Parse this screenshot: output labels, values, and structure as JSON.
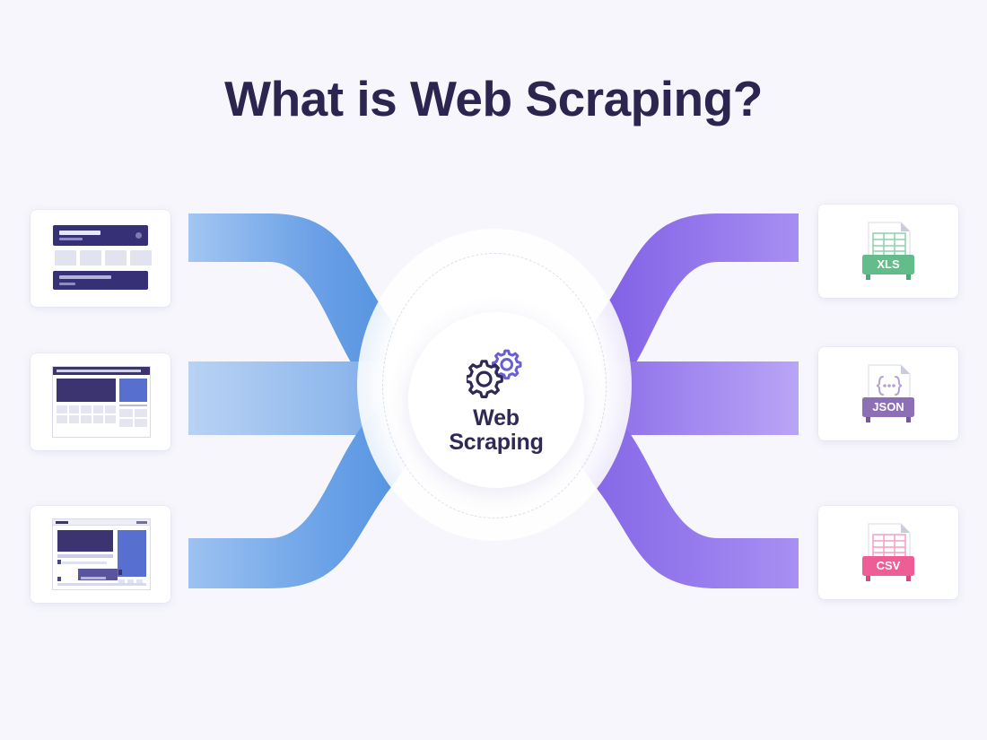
{
  "page": {
    "title": "What is Web Scraping?",
    "background_color": "#f6f6fc",
    "title_color": "#2b2550"
  },
  "center": {
    "label_line1": "Web",
    "label_line2": "Scraping",
    "icon": "gears-icon",
    "gear_primary_color": "#6b5fd0",
    "gear_secondary_color": "#2f2a55",
    "node_color": "#ffffff"
  },
  "sources": {
    "heading": "",
    "items": [
      {
        "name": "website-mockup-article",
        "type": "webpage-mockup",
        "accent": "#363076"
      },
      {
        "name": "website-mockup-dashboard",
        "type": "webpage-mockup",
        "accent": "#5770cf"
      },
      {
        "name": "website-mockup-landing",
        "type": "webpage-mockup",
        "accent": "#5a549c"
      }
    ]
  },
  "outputs": {
    "items": [
      {
        "label": "XLS",
        "icon": "spreadsheet-file-icon",
        "color": "#62bd8b",
        "banner_color": "#62bd8b",
        "grid_color": "#a8dcc0"
      },
      {
        "label": "JSON",
        "icon": "json-file-icon",
        "color": "#8c6fb5",
        "banner_color": "#8c6fb5",
        "grid_color": "#c4aedb"
      },
      {
        "label": "CSV",
        "icon": "csv-file-icon",
        "color": "#ef5d97",
        "banner_color": "#ef5d97",
        "grid_color": "#f9aecc"
      }
    ]
  },
  "flows": {
    "inbound_color_start": "#a8c8f0",
    "inbound_color_end": "#4a8de0",
    "outbound_color_start": "#7b5ce0",
    "outbound_color_end": "#a48cf0",
    "inbound_count": 3,
    "outbound_count": 3
  }
}
